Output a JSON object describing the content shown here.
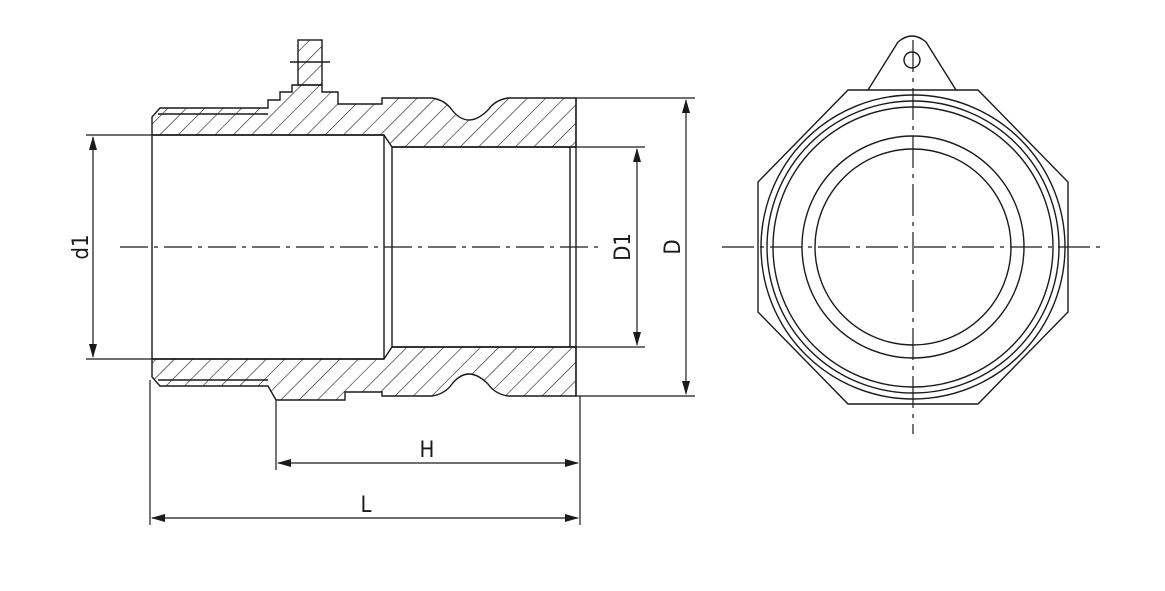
{
  "dimensions": {
    "d1": "d1",
    "D1": "D1",
    "D": "D",
    "H": "H",
    "L": "L"
  },
  "colors": {
    "line": "#1a1a1a",
    "background": "#ffffff"
  }
}
